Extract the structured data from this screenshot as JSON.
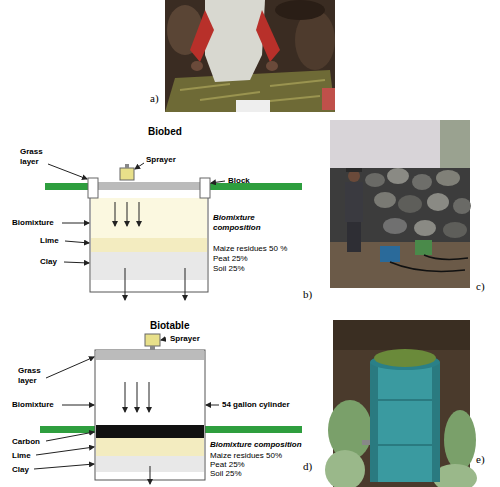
{
  "diagram": {
    "labels": [
      "a)",
      "Biobed",
      "Grass layer",
      "Sprayer",
      "Block",
      "Biomixture",
      "Biomixture composition",
      "Lime",
      "Maize residues 50 %",
      "Peat 25%",
      "Soil 25%",
      "Clay",
      "b)",
      "c)",
      "Biotable",
      "Sprayer",
      "Grass layer",
      "Biomixture",
      "54 gallon cylinder",
      "Carbon",
      "Biomixture composition",
      "Lime",
      "Maize residues 50%",
      "Peat 25%",
      "Clay",
      "Soil 25%",
      "d)",
      "e)"
    ]
  }
}
